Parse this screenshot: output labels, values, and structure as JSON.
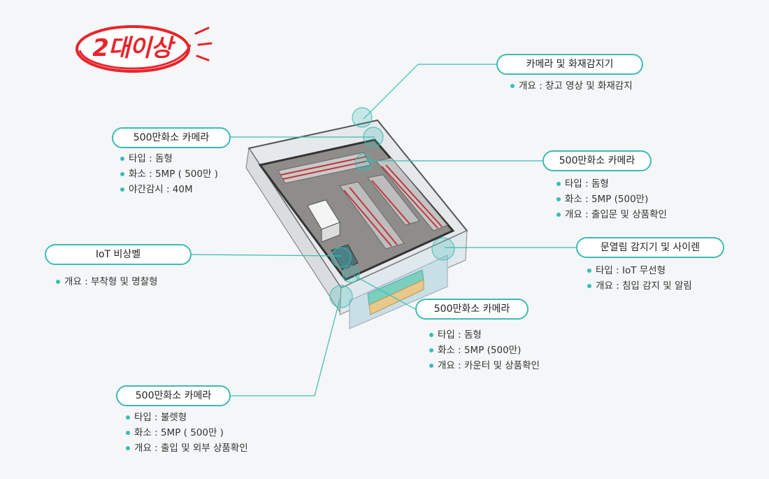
{
  "badge": {
    "text": "2대이상",
    "color": "#e8242b"
  },
  "colors": {
    "accent": "#3bbcb4",
    "background": "#f4f6f7"
  },
  "callouts": [
    {
      "id": "top-camera-fire",
      "title": "카메라 및 화재감지기",
      "specs": [
        "개요 : 창고 영상 및 화재감지"
      ]
    },
    {
      "id": "left-dome",
      "title": "500만화소 카메라",
      "specs": [
        "타입 : 돔형",
        "화소 : 5MP ( 500만 )",
        "야간감시 : 40M"
      ]
    },
    {
      "id": "right-dome",
      "title": "500만화소 카메라",
      "specs": [
        "타입 : 돔형",
        "화소 : 5MP (500만)",
        "개요 : 출입문 및 상품확인"
      ]
    },
    {
      "id": "iot-bell",
      "title": "IoT 비상벨",
      "specs": [
        "개요 : 부착형 및 명찰형"
      ]
    },
    {
      "id": "door-sensor",
      "title": "문열림 감지기 및 사이렌",
      "specs": [
        "타입 : IoT 무선형",
        "개요 : 침입 감지 및 알림"
      ]
    },
    {
      "id": "counter-dome",
      "title": "500만화소 카메라",
      "specs": [
        "타입 : 돔형",
        "화소 : 5MP (500만)",
        "개요 : 카운터 및 상품확인"
      ]
    },
    {
      "id": "bullet-camera",
      "title": "500만화소 카메라",
      "specs": [
        "타입 : 불렛형",
        "화소 : 5MP ( 500만 )",
        "개요 : 출입 및 외부 상품확인"
      ]
    }
  ]
}
